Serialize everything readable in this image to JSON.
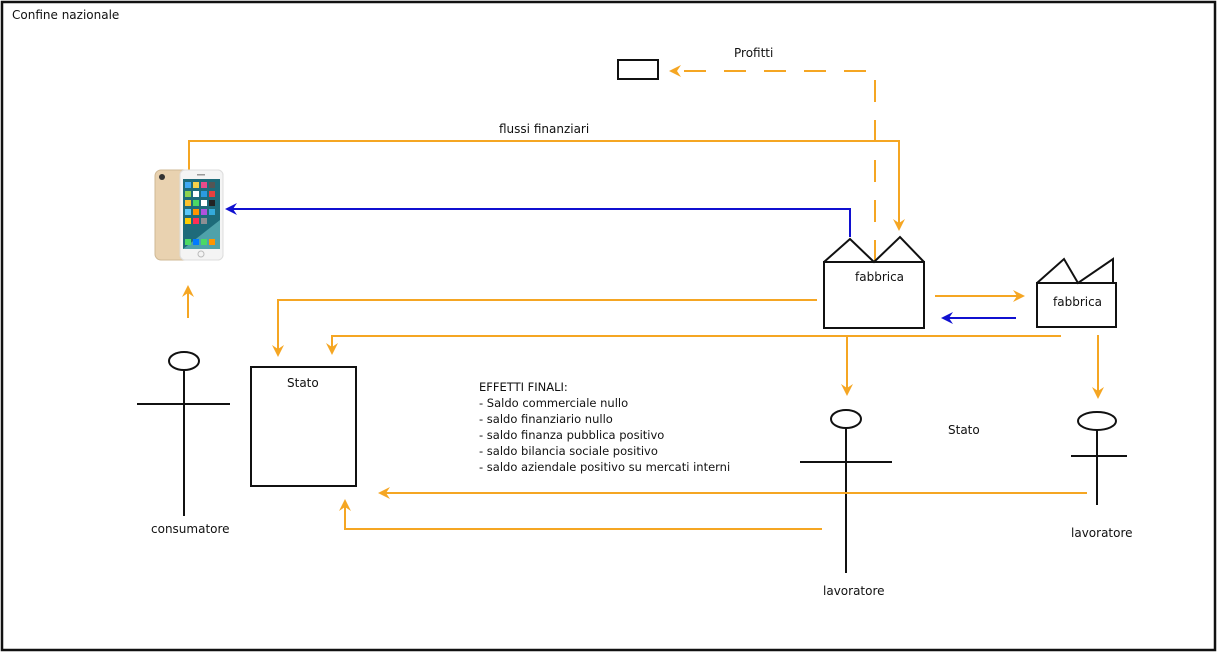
{
  "diagram": {
    "title": "Confine nazionale",
    "colors": {
      "financial_flow": "#f5a623",
      "goods_flow": "#1010d0",
      "outline": "#111111"
    },
    "labels": {
      "profits": "Profitti",
      "financial_flows": "flussi finanziari"
    },
    "nodes": {
      "product": {
        "type": "smartphone-image"
      },
      "profit_box": {
        "type": "rectangle"
      },
      "factory_main": {
        "label": "fabbrica"
      },
      "factory_foreign": {
        "label": "fabbrica"
      },
      "state_box": {
        "label": "Stato"
      },
      "state_text": {
        "label": "Stato"
      },
      "consumer": {
        "label": "consumatore"
      },
      "worker_1": {
        "label": "lavoratore"
      },
      "worker_2": {
        "label": "lavoratore"
      }
    },
    "final_effects": {
      "heading": "EFFETTI FINALI:",
      "items": [
        "- Saldo commerciale nullo",
        "- saldo finanziario nullo",
        "- saldo finanza pubblica positivo",
        "- saldo bilancia sociale positivo",
        "- saldo aziendale positivo su mercati interni"
      ]
    },
    "flows": [
      {
        "id": "profits",
        "from": "factory_main",
        "to": "profit_box",
        "style": "dashed",
        "color": "financial_flow"
      },
      {
        "id": "financial",
        "from": "product",
        "to": "factory_main",
        "style": "solid",
        "color": "financial_flow"
      },
      {
        "id": "goods-to-product",
        "from": "factory_main",
        "to": "product",
        "style": "solid",
        "color": "goods_flow"
      },
      {
        "id": "consumer-to-product",
        "from": "consumer",
        "to": "product",
        "style": "solid",
        "color": "financial_flow"
      },
      {
        "id": "factory-to-state",
        "from": "factory_main",
        "to": "state_box",
        "style": "solid",
        "color": "financial_flow"
      },
      {
        "id": "factory-to-foreign",
        "from": "factory_main",
        "to": "factory_foreign",
        "style": "solid",
        "color": "financial_flow"
      },
      {
        "id": "foreign-to-factory",
        "from": "factory_foreign",
        "to": "factory_main",
        "style": "solid",
        "color": "goods_flow"
      },
      {
        "id": "foreign-to-state",
        "from": "factory_foreign",
        "to": "state_box",
        "style": "solid",
        "color": "financial_flow"
      },
      {
        "id": "wages-worker-1",
        "from": "factory_foreign",
        "to": "worker_1",
        "style": "solid",
        "color": "financial_flow"
      },
      {
        "id": "wages-worker-2",
        "from": "factory_foreign",
        "to": "worker_2",
        "style": "solid",
        "color": "financial_flow"
      },
      {
        "id": "worker-2-taxes",
        "from": "worker_2",
        "to": "state_box",
        "style": "solid",
        "color": "financial_flow"
      },
      {
        "id": "worker-1-taxes",
        "from": "worker_1",
        "to": "state_box",
        "style": "solid",
        "color": "financial_flow"
      }
    ]
  }
}
